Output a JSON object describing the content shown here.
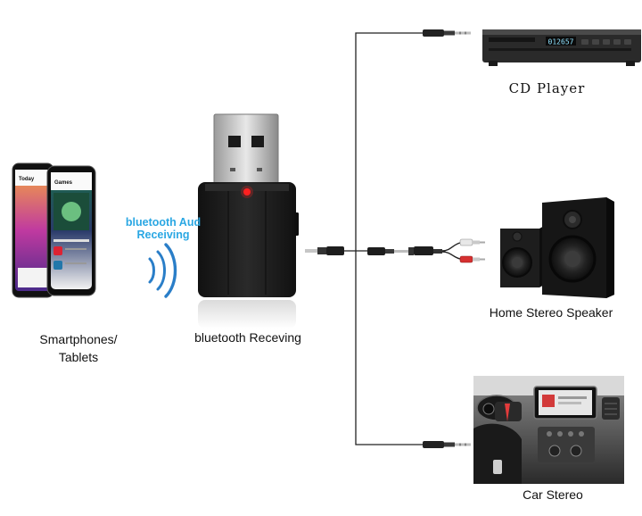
{
  "labels": {
    "cd_player": "CD Player",
    "home_stereo": "Home Stereo Speaker",
    "car_stereo": "Car Stereo",
    "receiver": "bluetooth Receving",
    "phones_line1": "Smartphones/",
    "phones_line2": "Tablets",
    "bt_line1": "bluetooth Aud",
    "bt_line2": "Receiving"
  },
  "screen_text": {
    "cd_display": "012657",
    "phone_left_header": "Today",
    "phone_right_header": "Games"
  },
  "colors": {
    "bluetooth_text": "#2aa7e3",
    "led": "#ff2020",
    "wire": "#222222",
    "receiver_body": "#1c1c1c"
  },
  "icons": [
    "smartphone-icon",
    "bluetooth-wave-icon",
    "usb-receiver-icon",
    "audio-jack-icon",
    "rca-plug-icon",
    "cd-player-icon",
    "speaker-icon",
    "car-dashboard-icon"
  ]
}
